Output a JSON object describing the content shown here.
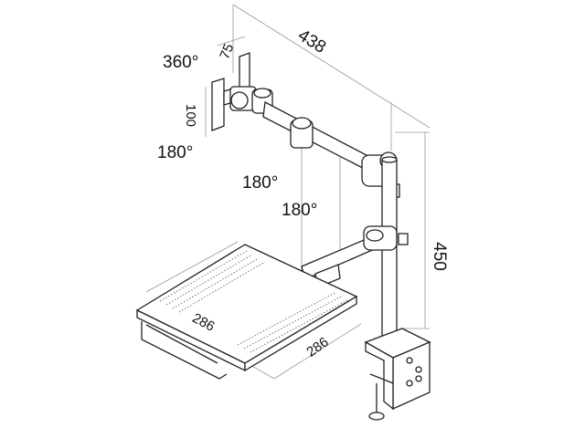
{
  "labels": {
    "width_reach": "438",
    "height": "450",
    "rotation_360": "360°",
    "vesa_width": "75",
    "vesa_height": "100",
    "rotation_tilt": "180°",
    "rotation_arm1": "180°",
    "rotation_arm2": "180°",
    "tray_depth": "286",
    "tray_width": "286"
  },
  "colors": {
    "line": "#222222",
    "dim_line": "#999999"
  }
}
